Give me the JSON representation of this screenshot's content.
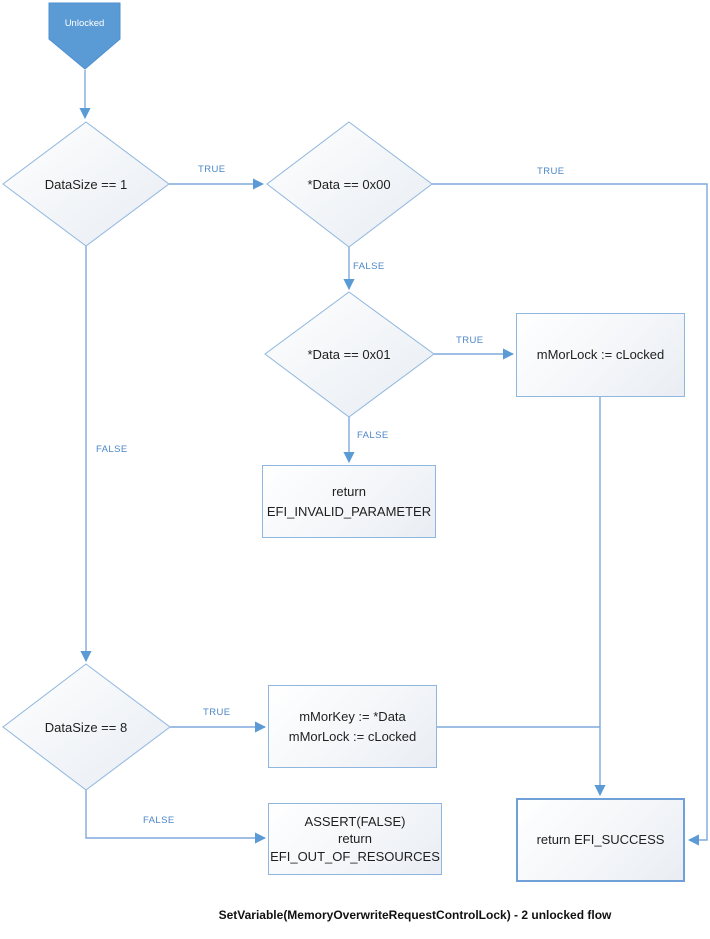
{
  "colors": {
    "accent": "#5B9BD5",
    "line": "#7FA9DA",
    "shape_border": "#8FB6DE",
    "edge_label_text": "#4D87C7"
  },
  "start": {
    "label": "Unlocked"
  },
  "nodes": {
    "datasize1": {
      "label": "DataSize == 1",
      "true_label": "TRUE",
      "false_label": "FALSE"
    },
    "data00": {
      "label": "*Data == 0x00",
      "true_label": "TRUE",
      "false_label": "FALSE"
    },
    "data01": {
      "label": "*Data == 0x01",
      "true_label": "TRUE",
      "false_label": "FALSE"
    },
    "datasize8": {
      "label": "DataSize == 8",
      "true_label": "TRUE",
      "false_label": "FALSE"
    },
    "morlock": {
      "label": "mMorLock := cLocked"
    },
    "invalid": {
      "line1": "return",
      "line2": "EFI_INVALID_PARAMETER"
    },
    "morkey": {
      "line1": "mMorKey := *Data",
      "line2": "mMorLock := cLocked"
    },
    "assert_fail": {
      "line1": "ASSERT(FALSE)",
      "line2": "return",
      "line3": "EFI_OUT_OF_RESOURCES"
    },
    "success": {
      "label": "return EFI_SUCCESS"
    }
  },
  "caption": "SetVariable(MemoryOverwriteRequestControlLock) - 2 unlocked flow"
}
